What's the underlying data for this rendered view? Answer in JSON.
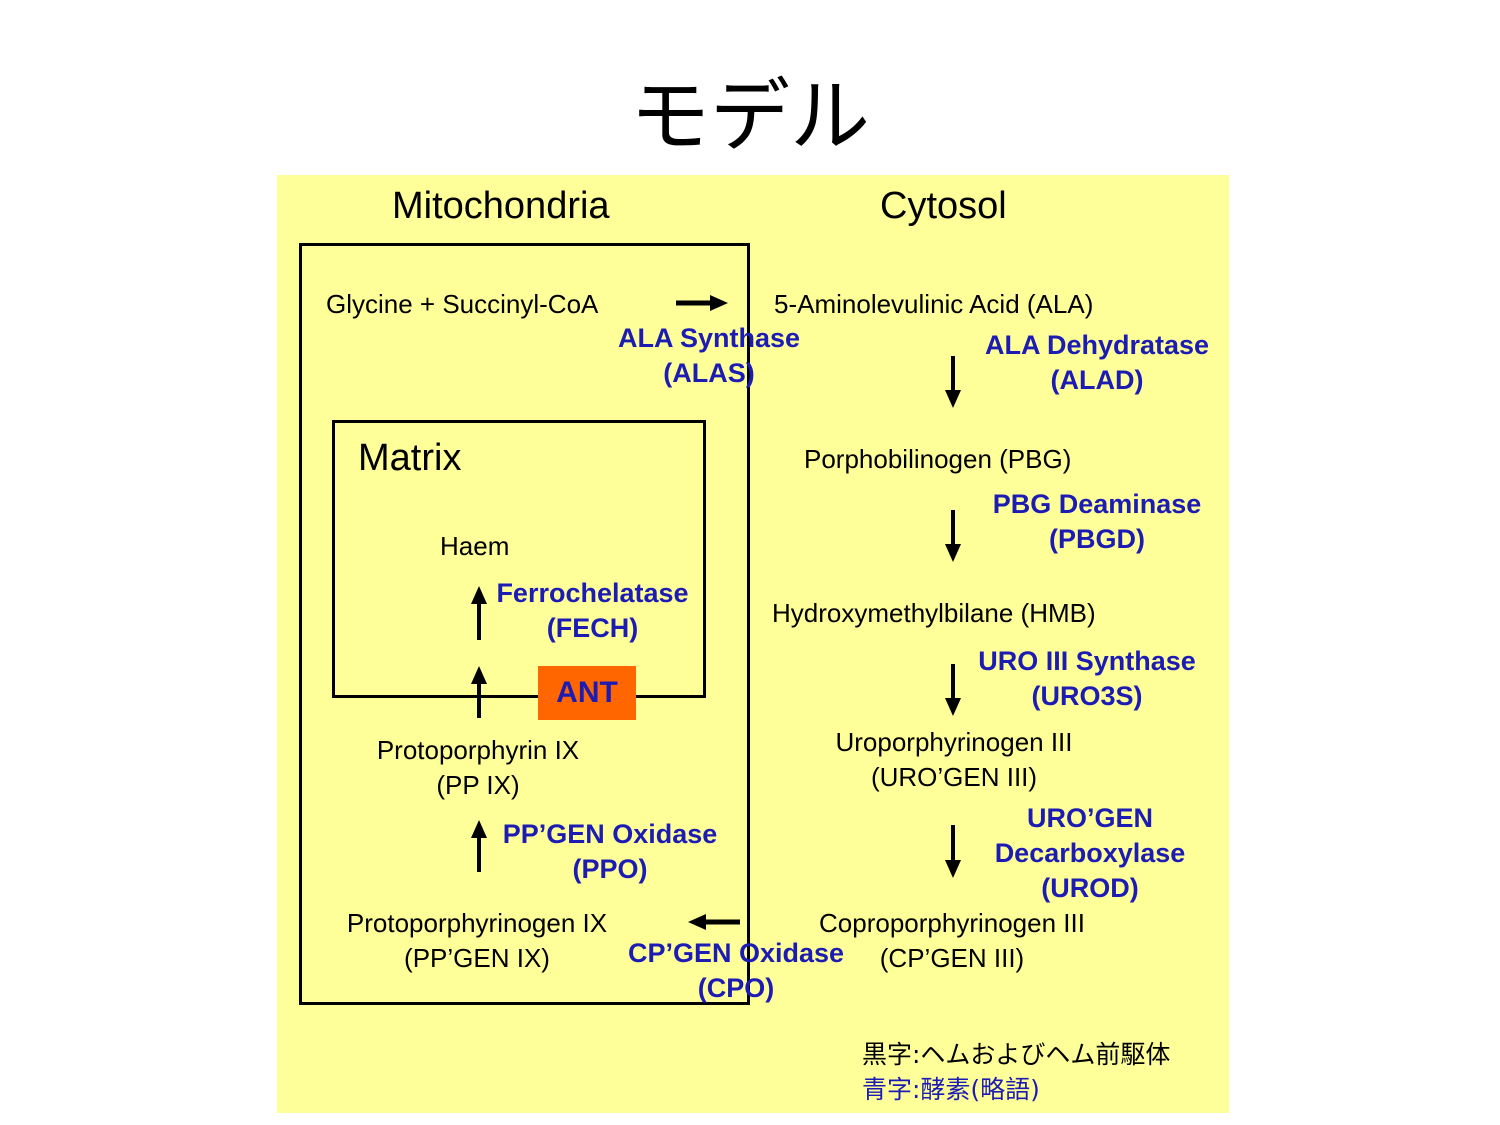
{
  "title": "モデル",
  "regions": {
    "mitochondria": "Mitochondria",
    "cytosol": "Cytosol",
    "matrix": "Matrix"
  },
  "metabolites": {
    "glycine": "Glycine + Succinyl-CoA",
    "ala": "5-Aminolevulinic Acid (ALA)",
    "pbg": "Porphobilinogen (PBG)",
    "hmb": "Hydroxymethylbilane (HMB)",
    "urogen": [
      "Uroporphyrinogen III",
      "(URO’GEN III)"
    ],
    "cpgen": [
      "Coproporphyrinogen III",
      "(CP’GEN III)"
    ],
    "ppgen": [
      "Protoporphyrinogen IX",
      "(PP’GEN IX)"
    ],
    "ppix": [
      "Protoporphyrin IX",
      "(PP IX)"
    ],
    "haem": "Haem"
  },
  "enzymes": {
    "alas": [
      "ALA Synthase",
      "(ALAS)"
    ],
    "alad": [
      "ALA Dehydratase",
      "(ALAD)"
    ],
    "pbgd": [
      "PBG Deaminase",
      "(PBGD)"
    ],
    "uro3s": [
      "URO III Synthase",
      "(URO3S)"
    ],
    "urod": [
      "URO’GEN",
      "Decarboxylase",
      "(UROD)"
    ],
    "cpo": [
      "CP’GEN Oxidase",
      "(CPO)"
    ],
    "ppo": [
      "PP’GEN Oxidase",
      "(PPO)"
    ],
    "fech": [
      "Ferrochelatase",
      "(FECH)"
    ]
  },
  "transporter": "ANT",
  "legend": {
    "black": "黒字:ヘムおよびヘム前駆体",
    "blue": "青字:酵素(略語)"
  },
  "colors": {
    "panel": "#ffff99",
    "enzyme_text": "#1c1cb4",
    "ant_bg": "#ff6600"
  }
}
